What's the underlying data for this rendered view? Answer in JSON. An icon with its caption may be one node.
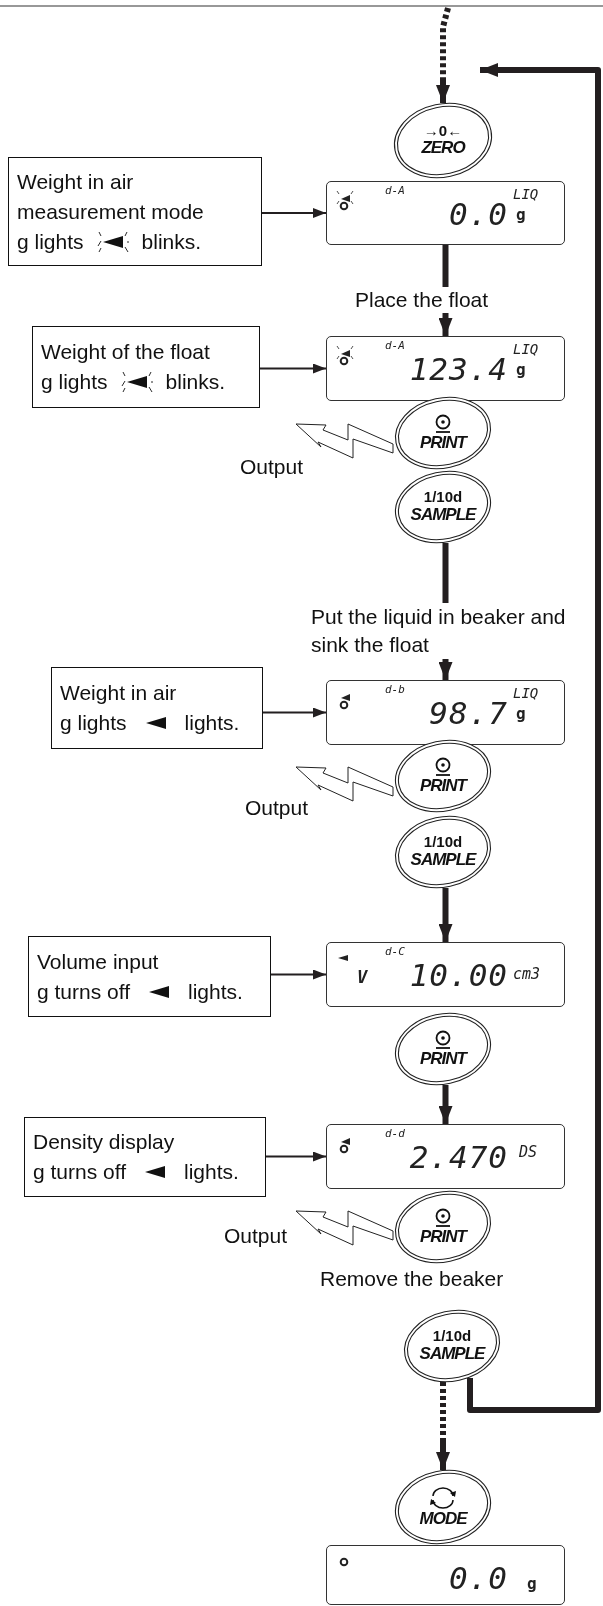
{
  "diagram": {
    "nodes": [
      {
        "text": [
          "→0←",
          "ZERO"
        ]
      },
      {
        "text": [
          "Weight in air measurement mode",
          "g lights",
          "blinks."
        ]
      },
      {
        "text": [
          "d-A",
          "0.0",
          "LIQ",
          "g"
        ]
      },
      {
        "text": [
          "Weight of the float",
          "g lights",
          "blinks."
        ]
      },
      {
        "text": [
          "d-A",
          "123.4",
          "LIQ",
          "g"
        ]
      },
      {
        "text": [
          "PRINT"
        ]
      },
      {
        "text": [
          "1/10d",
          "SAMPLE"
        ]
      },
      {
        "text": [
          "Weight in air",
          "g lights",
          "lights."
        ]
      },
      {
        "text": [
          "d-b",
          "98.7",
          "LIQ",
          "g"
        ]
      },
      {
        "text": [
          "PRINT"
        ]
      },
      {
        "text": [
          "1/10d",
          "SAMPLE"
        ]
      },
      {
        "text": [
          "Volume input",
          "g turns off",
          "lights."
        ]
      },
      {
        "text": [
          "d-C",
          "V",
          "10.00",
          "cm3"
        ]
      },
      {
        "text": [
          "PRINT"
        ]
      },
      {
        "text": [
          "Density display",
          "g turns off",
          "lights."
        ]
      },
      {
        "text": [
          "d-d",
          "2.470",
          "DS"
        ]
      },
      {
        "text": [
          "PRINT"
        ]
      },
      {
        "text": [
          "1/10d",
          "SAMPLE"
        ]
      },
      {
        "text": [
          "MODE"
        ]
      },
      {
        "text": [
          "0.0",
          "g"
        ]
      }
    ],
    "edges": [
      {
        "from": null,
        "to": 0,
        "arrow": "to",
        "style": "dashed"
      },
      {
        "from": 1,
        "to": 2,
        "arrow": "to"
      },
      {
        "from": 2,
        "to": 4,
        "arrow": "to",
        "label": "Place the float"
      },
      {
        "from": 3,
        "to": 4,
        "arrow": "to"
      },
      {
        "from": 6,
        "to": 8,
        "arrow": "to",
        "label": "Put the liquid in beaker and sink the float"
      },
      {
        "from": 7,
        "to": 8,
        "arrow": "to"
      },
      {
        "from": 10,
        "to": 12,
        "arrow": "to"
      },
      {
        "from": 11,
        "to": 12,
        "arrow": "to"
      },
      {
        "from": 13,
        "to": 15,
        "arrow": "to"
      },
      {
        "from": 14,
        "to": 15,
        "arrow": "to"
      },
      {
        "from": 17,
        "to": 18,
        "arrow": "to",
        "style": "dashed"
      },
      {
        "from": 17,
        "to": 0,
        "arrow": "to"
      }
    ],
    "labels": [
      "Output",
      "Output",
      "Output",
      "Remove the beaker"
    ]
  }
}
